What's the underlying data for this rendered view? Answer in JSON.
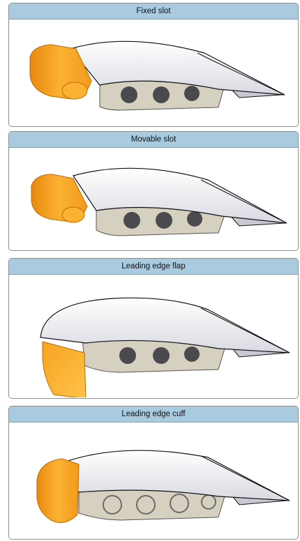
{
  "panels": [
    {
      "title": "Fixed slot"
    },
    {
      "title": "Movable slot"
    },
    {
      "title": "Leading edge flap"
    },
    {
      "title": "Leading edge cuff"
    }
  ],
  "colors": {
    "header": "#a9cbe0",
    "skin": "#eeeef3",
    "rib": "#d6d0c0",
    "hole": "#4a4a4e",
    "device": "#f7a823",
    "device_dark": "#e08a10"
  }
}
